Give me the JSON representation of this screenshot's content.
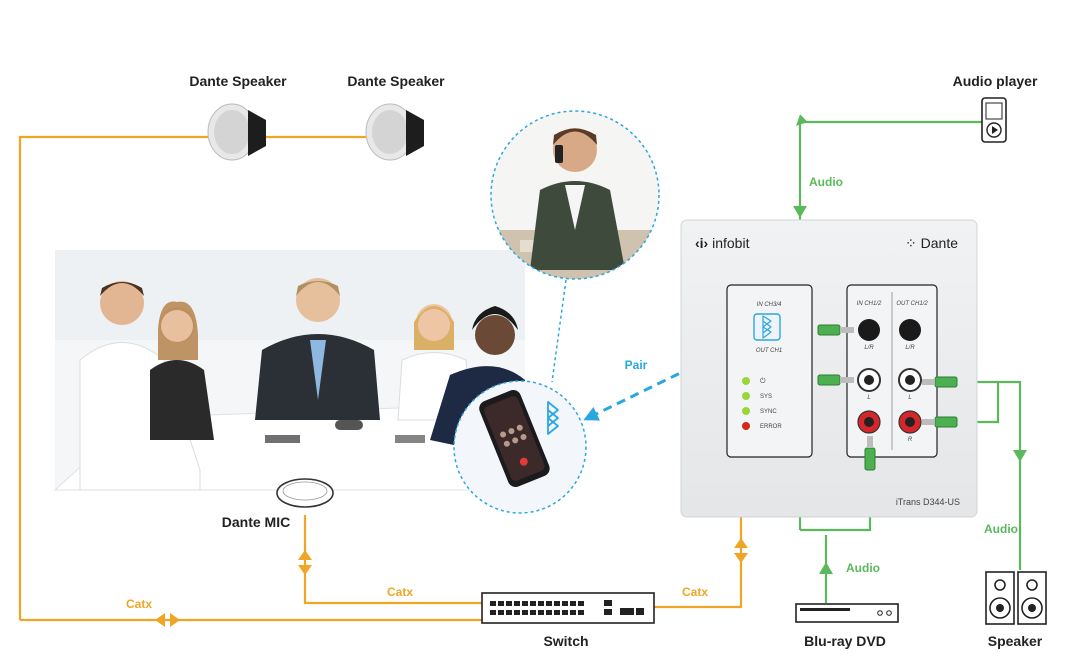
{
  "labels": {
    "dante_speaker_1": "Dante Speaker",
    "dante_speaker_2": "Dante Speaker",
    "audio_player": "Audio player",
    "dante_mic": "Dante MIC",
    "switch": "Switch",
    "bluray": "Blu-ray DVD",
    "speaker": "Speaker"
  },
  "wires": {
    "audio_top": "Audio",
    "audio_right": "Audio",
    "audio_bottom": "Audio",
    "pair": "Pair",
    "catx_left": "Catx",
    "catx_mid": "Catx",
    "catx_right": "Catx"
  },
  "device": {
    "brand": "infobit",
    "dante": "Dante",
    "model": "iTrans D344-US",
    "in_ch34": "IN CH3/4",
    "out_ch1": "OUT CH1",
    "in_ch12": "IN CH1/2",
    "out_ch12": "OUT CH1/2",
    "lr_1": "L/R",
    "lr_2": "L/R",
    "l_1": "L",
    "l_2": "L",
    "r_1": "R",
    "r_2": "R",
    "led_power": "⏻",
    "led_sys": "SYS",
    "led_sync": "SYNC",
    "led_error": "ERROR"
  },
  "colors": {
    "catx": "#f0a524",
    "audio": "#5cb85c",
    "pair": "#2aa7e0",
    "led_green": "#9ad63a",
    "led_red": "#d9261c"
  }
}
